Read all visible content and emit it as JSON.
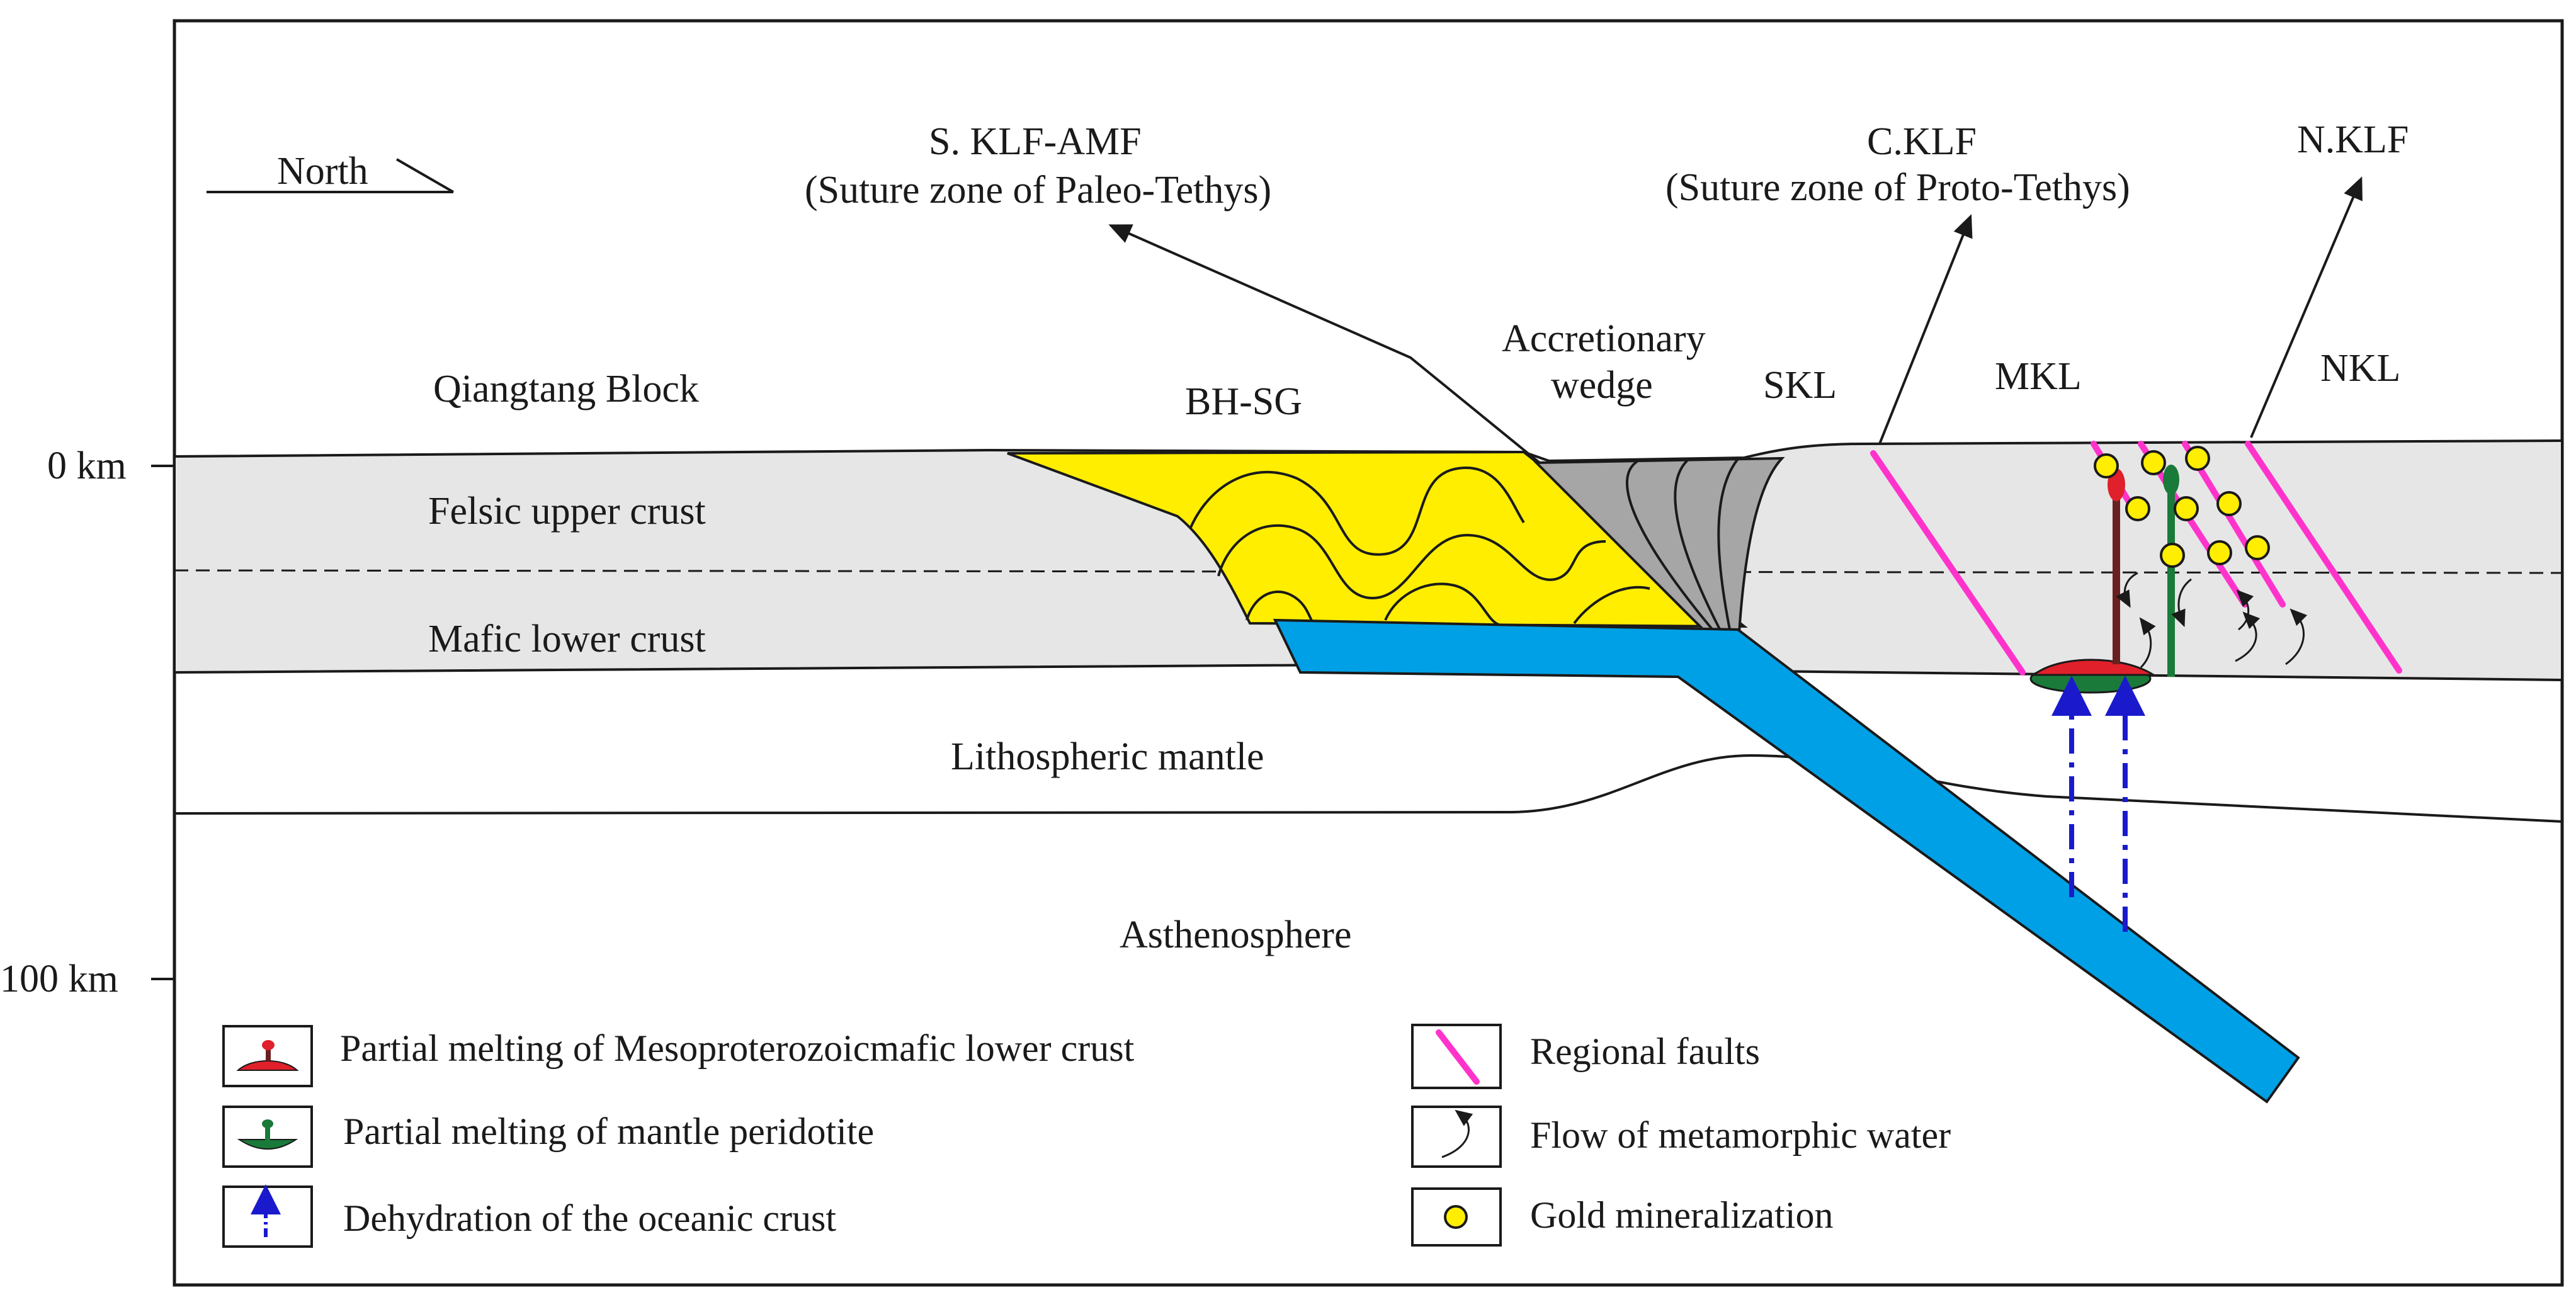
{
  "header": {
    "north": "North",
    "skl_amf": "S. KLF-AMF",
    "paleo": "(Suture zone of Paleo-Tethys)",
    "cklf": "C.KLF",
    "proto": "(Suture zone of Proto-Tethys)",
    "nklf": "N.KLF"
  },
  "regions": {
    "qiangtang": "Qiangtang Block",
    "bhsg": "BH-SG",
    "accretionary_1": "Accretionary",
    "accretionary_2": "wedge",
    "skl": "SKL",
    "mkl": "MKL",
    "nkl": "NKL",
    "felsic": "Felsic upper crust",
    "mafic": "Mafic lower crust",
    "litho": "Lithospheric mantle",
    "astheno": "Asthenosphere"
  },
  "depth": {
    "zero": "0 km",
    "hundred": "100 km"
  },
  "legend": {
    "item1": "Partial melting of Mesoproterozoicmafic lower crust",
    "item2": "Partial melting of mantle peridotite",
    "item3": "Dehydration of the oceanic crust",
    "item4": "Regional faults",
    "item5": "Flow of metamorphic water",
    "item6": "Gold  mineralization"
  },
  "colors": {
    "crust": "#e6e6e6",
    "sediment": "#ffee00",
    "slab": "#00a0e6",
    "wedge": "#a6a6a6",
    "fault": "#ff33cc",
    "melt_red": "#e0202a",
    "melt_green": "#1a7a3a",
    "gold": "#ffee00",
    "dehydration": "#1a1acc"
  }
}
